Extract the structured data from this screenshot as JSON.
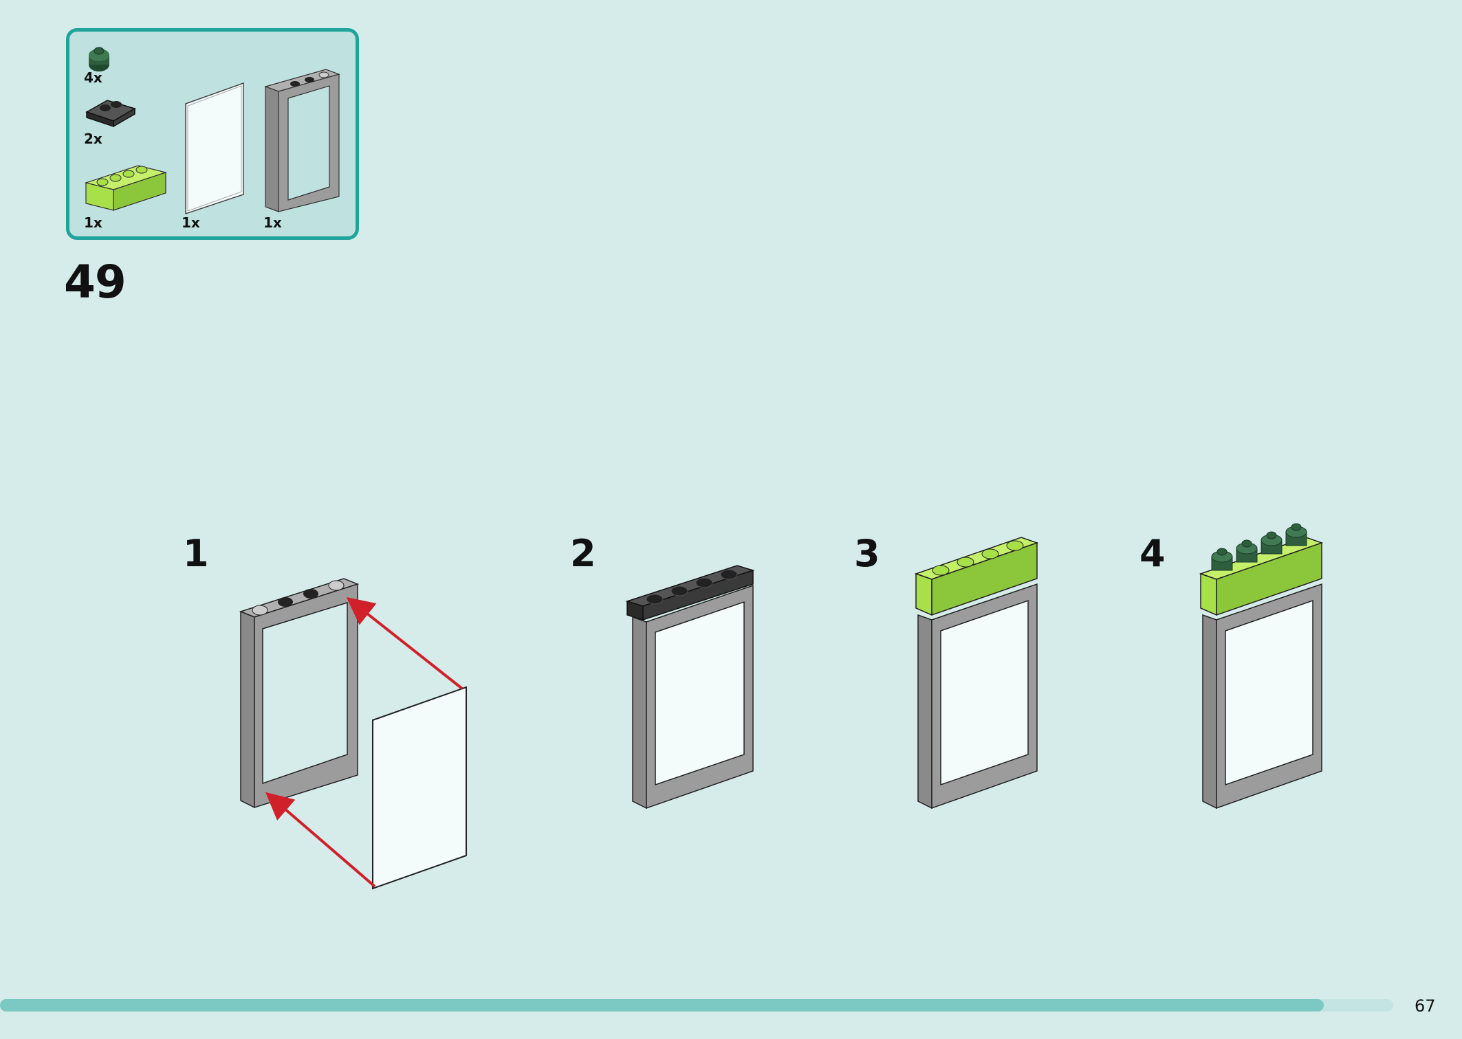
{
  "step": {
    "number": "49"
  },
  "parts": [
    {
      "name": "dark-green-round-plate",
      "quantity": "4x",
      "color": "#2e5e3e"
    },
    {
      "name": "black-jumper-plate",
      "quantity": "2x",
      "color": "#3a3a3a"
    },
    {
      "name": "lime-brick-1x4",
      "quantity": "1x",
      "color": "#a8e04a"
    },
    {
      "name": "transparent-glass-pane",
      "quantity": "1x",
      "color": "#f0fafa"
    },
    {
      "name": "grey-window-frame",
      "quantity": "1x",
      "color": "#9c9c9c"
    }
  ],
  "sub_steps": [
    {
      "label": "1"
    },
    {
      "label": "2"
    },
    {
      "label": "3"
    },
    {
      "label": "4"
    }
  ],
  "footer": {
    "page_number": "67",
    "progress": 0.95
  },
  "colors": {
    "background": "#d6ecea",
    "accent": "#1fa39a",
    "arrow": "#d0202a",
    "frame": "#9c9c9c",
    "lime": "#a8e04a",
    "dark_green": "#2e5e3e"
  }
}
